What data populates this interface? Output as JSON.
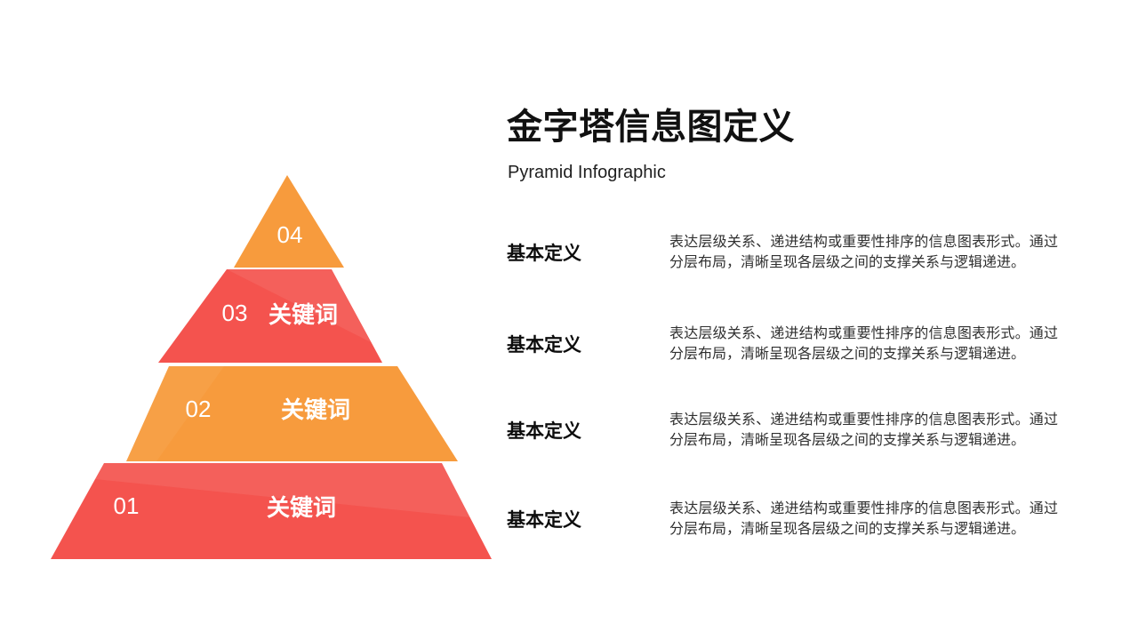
{
  "header": {
    "title": "金字塔信息图定义",
    "subtitle": "Pyramid Infographic"
  },
  "colors": {
    "orange": "#F79B3D",
    "red": "#F4534E",
    "title_text": "#111111",
    "body_text": "#303030",
    "tier_text": "#FFFFFF",
    "background": "#FFFFFF"
  },
  "pyramid": {
    "tiers": [
      {
        "number": "01",
        "keyword": "关键词",
        "color_name": "red"
      },
      {
        "number": "02",
        "keyword": "关键词",
        "color_name": "orange"
      },
      {
        "number": "03",
        "keyword": "关键词",
        "color_name": "red"
      },
      {
        "number": "04",
        "keyword": "",
        "color_name": "orange"
      }
    ]
  },
  "definitions": [
    {
      "label": "基本定义",
      "text": "表达层级关系、递进结构或重要性排序的信息图表形式。通过分层布局，清晰呈现各层级之间的支撑关系与逻辑递进。"
    },
    {
      "label": "基本定义",
      "text": "表达层级关系、递进结构或重要性排序的信息图表形式。通过分层布局，清晰呈现各层级之间的支撑关系与逻辑递进。"
    },
    {
      "label": "基本定义",
      "text": "表达层级关系、递进结构或重要性排序的信息图表形式。通过分层布局，清晰呈现各层级之间的支撑关系与逻辑递进。"
    },
    {
      "label": "基本定义",
      "text": "表达层级关系、递进结构或重要性排序的信息图表形式。通过分层布局，清晰呈现各层级之间的支撑关系与逻辑递进。"
    }
  ]
}
